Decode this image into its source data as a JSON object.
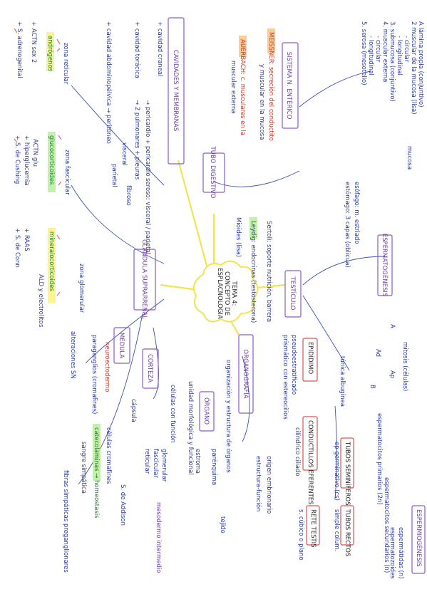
{
  "center": {
    "line1": "TEMA 4:",
    "line2": "CONCEPTO DE",
    "line3": "ESPLACNOLOGIA"
  },
  "digestivo": {
    "label": "TUBO DIGESTIVO",
    "sistema_nervioso": "SISTEMA N. ENTÉRICO",
    "meissner": "MEISSNER: secreción del conductito",
    "meissner2": "y muscular en la mucosa",
    "auerbach": "AUERBACH: c. musculares en la",
    "auerbach2": "muscular externa",
    "capas": [
      "A lámina propia (conjuntivo)",
      "2 muscular de la mucosa (lisa)",
      "- circular",
      "- longitudinal",
      "3. submucosa (conjuntivo)",
      "4. muscular externa",
      "- circular",
      "- longitudinal",
      "5. serosa (mesotelio)"
    ],
    "mucosa": "mucosa",
    "esofago": "esófago: m. estriado",
    "estomago": "estómago: 3 capas (oblicua)"
  },
  "cavidades": {
    "label": "CAVIDADES Y MEMBRANAS",
    "items": [
      "+ cavidad craneal",
      "+ cavidad torácica",
      "→ pericardio + pericardio",
      "→ 2 pulmonares + pleuras",
      "visceral",
      "parietal",
      "+ cavidad abdominopélvica → peritoneo",
      "seroso: visceral / parietal",
      "fibroso"
    ]
  },
  "glandula": {
    "label": "GLÁNDULA SUPRARRENAL",
    "zona_reticular": "zona reticular",
    "androgenos": "andrógenos",
    "actn": "+ ACTN sex 2",
    "s_adreno": "+ S. adrenogenital",
    "zona_fasciculada": "zona fascicular",
    "glucocorticoides": "glucocorticoides",
    "actn2": "ACTN glu",
    "hiperglucemia": "+ hiperglucemia",
    "cushing": "+ S. de Cushing",
    "zona_glomerular": "zona glomerular",
    "mineralocorticoides": "mineralocorticoides",
    "aldo": "ALD y electrolitos",
    "raas": "+ RAAS",
    "conn": "+ S. de Conn",
    "medula": "MÉDULA",
    "neuroectodermo": "neuroectodermo",
    "paraganglios": "paraganglios (cromafines)",
    "alteraciones": "alteraciones SN",
    "corteza": "CORTEZA",
    "capsula": "cápsula",
    "glomerular": "glomerular",
    "fascicular": "fascicular",
    "reticular": "reticular",
    "mesodermo": "mesodermo intermedio",
    "s_addison": "S. de Addison",
    "celulas": "células cromafines",
    "catecolaminas": "catecolaminas → homeostasis",
    "sangre": "sangre simpática",
    "fibras": "fibras simpáticas preganglionares"
  },
  "organografia": {
    "label": "ORGANOGRAFÍA",
    "definition": "organización y estructura de órganos",
    "organo": "ÓRGANO",
    "organo_def": "unidad morfológica y funcional",
    "parenquima": "parénquima",
    "estroma": "estroma",
    "tejido": "tejido",
    "celulas_def": "células con función",
    "origen": "origen embrionario",
    "estructura": "estructura-función"
  },
  "testiculo": {
    "label": "TESTÍCULO",
    "espermatogenesis": "ESPERMATOGÉNESIS",
    "albuginea": "túnica albugínea",
    "tubos": "TUBOS SEMINÍFEROS",
    "tubos2": "ep germinativo (cs)",
    "tubos_rectos": "TUBOS RECTOS",
    "simple": "simple colum.",
    "rete": "RETE TESTIS",
    "rete2": "s. cúbico o plano",
    "conductillos": "CONDUCTILLOS EFERENTES",
    "epididimo": "EPIDÍDIMO",
    "pseudo": "pseudoestratificado",
    "pseudo2": "prismático con estereocilios",
    "cuboidal": "cilíndrico ciliado",
    "espermiogenesis": "ESPERMIOGÉNESIS",
    "mitosis": "mitosis (células)",
    "ad": "Ad",
    "ap": "Ap",
    "b": "B",
    "a": "A",
    "esp_prim": "espermatocitos primarios (2n)",
    "esp_sec": "espermatocitos secundarios (n)",
    "espermatidas": "espermátidas (n)",
    "espermatozoides": "espermatozoides",
    "serto": "Sertoli: soporte nutrición, barrera",
    "leydig": "Leydig: endocrinas (testosterona)",
    "otros": "Mioides (lisa)"
  }
}
